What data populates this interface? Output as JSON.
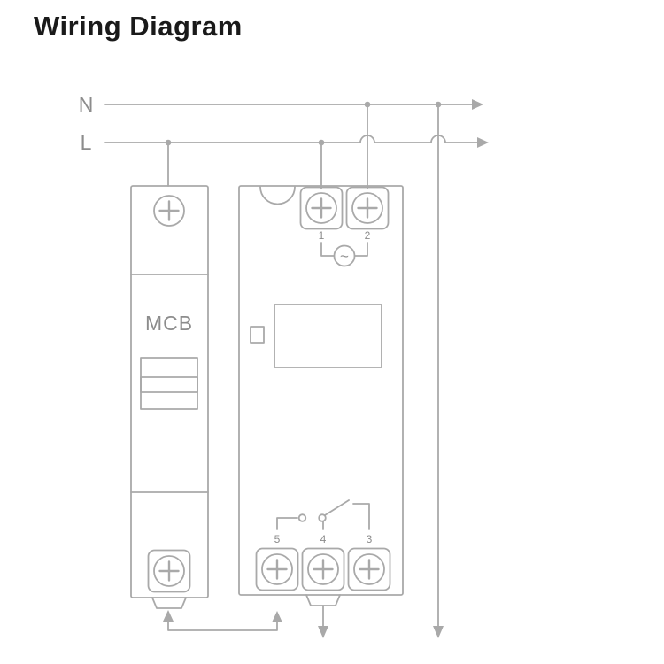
{
  "page": {
    "title": "Wiring Diagram"
  },
  "colors": {
    "background": "#ffffff",
    "wire": "#a9a9a9",
    "label": "#8c8c8c",
    "title": "#1a1a1a"
  },
  "power_lines": {
    "neutral": "N",
    "live": "L"
  },
  "breaker": {
    "label": "MCB"
  },
  "timer": {
    "top_terminals": [
      "1",
      "2"
    ],
    "ac_symbol": "~",
    "bottom_terminals": [
      "5",
      "4",
      "3"
    ]
  }
}
